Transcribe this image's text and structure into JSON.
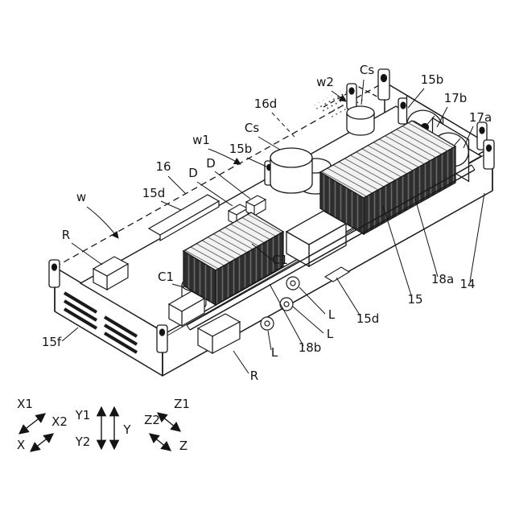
{
  "figure": {
    "kind": "patent-style isometric line drawing of an electronic chassis assembly",
    "labels": {
      "cs_1": "Cs",
      "w2": "w2",
      "b15b_1": "15b",
      "b17b": "17b",
      "b17a": "17a",
      "b16d": "16d",
      "cs_2": "Cs",
      "w1": "w1",
      "b15b_2": "15b",
      "n16": "16",
      "d_1": "D",
      "d_2": "D",
      "n15d_1": "15d",
      "w": "w",
      "r_1": "R",
      "c1_1": "C1",
      "c1_2": "C1",
      "n15": "15",
      "n18a": "18a",
      "n14": "14",
      "n15d_2": "15d",
      "l_1": "L",
      "l_2": "L",
      "n18b": "18b",
      "l_3": "L",
      "r_2": "R",
      "n15f": "15f"
    },
    "axes": {
      "x1": "X1",
      "x2": "X2",
      "x": "X",
      "y1": "Y1",
      "y2": "Y2",
      "y": "Y",
      "z1": "Z1",
      "z2": "Z2",
      "z": "Z"
    }
  },
  "colors": {
    "line": "#1a1a1a",
    "background": "#ffffff",
    "dark_fill": "#2e2e2e"
  }
}
